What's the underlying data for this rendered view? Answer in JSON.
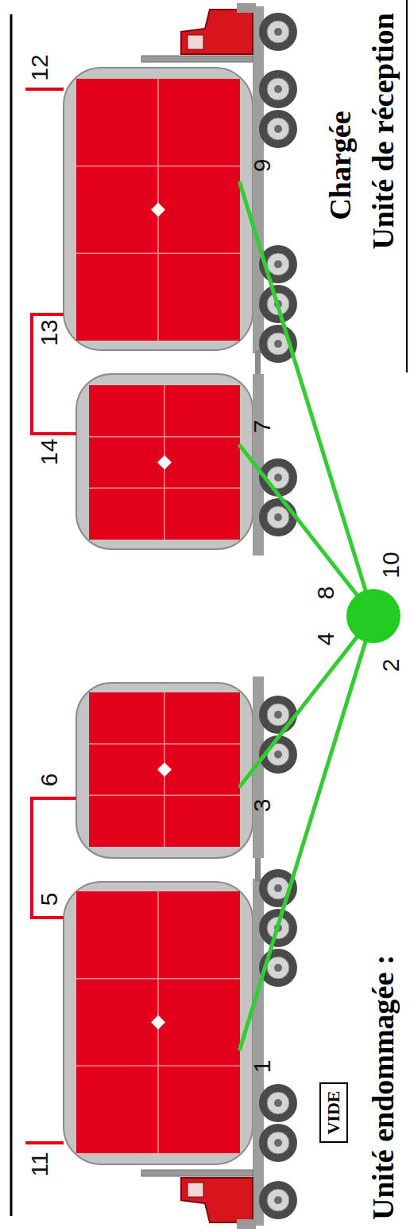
{
  "diagram": {
    "nodes": [
      {
        "text": [
          "VIDE"
        ]
      }
    ],
    "labels": [
      "11",
      "5",
      "6",
      "1",
      "3",
      "2",
      "4",
      "8",
      "10",
      "14",
      "13",
      "7",
      "12",
      "9",
      "Unité endommagée :",
      "Chargée",
      "Unité de réception"
    ]
  }
}
